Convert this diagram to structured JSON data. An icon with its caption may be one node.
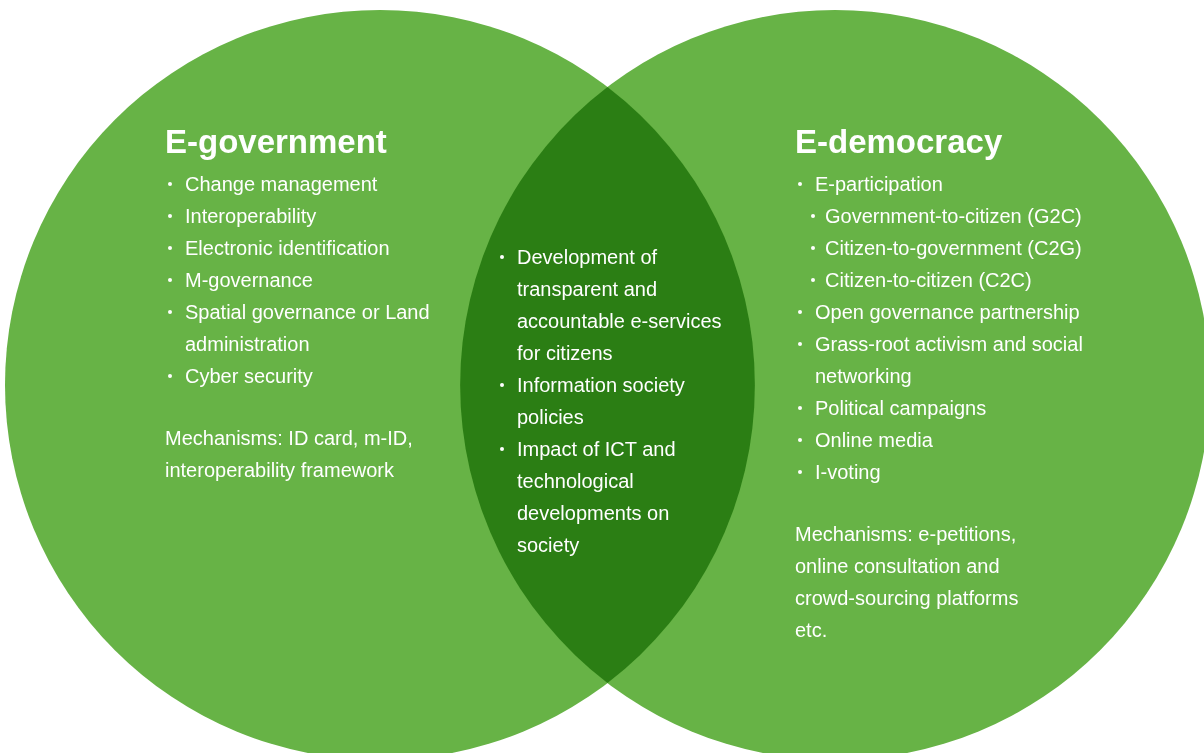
{
  "diagram": {
    "nodes": [
      {
        "text": [
          "E-government",
          "Change management",
          "Interoperability",
          "Electronic identification",
          "M-governance",
          "Spatial governance or Land administration",
          "Cyber security",
          "Mechanisms: ID card, m-ID, interoperability framework"
        ]
      },
      {
        "text": [
          "Development of transparent and accountable e-services for citizens",
          "Information society policies",
          "Impact of ICT and technological developments on society"
        ]
      },
      {
        "text": [
          "E-democracy",
          "E-participation",
          "Government-to-citizen (G2C)",
          "Citizen-to-government (C2G)",
          "Citizen-to-citizen (C2C)",
          "Open governance partnership",
          "Grass-root activism and social networking",
          "Political campaigns",
          "Online media",
          "I-voting",
          "Mechanisms: e-petitions, online consultation and crowd-sourcing platforms etc."
        ]
      }
    ]
  }
}
